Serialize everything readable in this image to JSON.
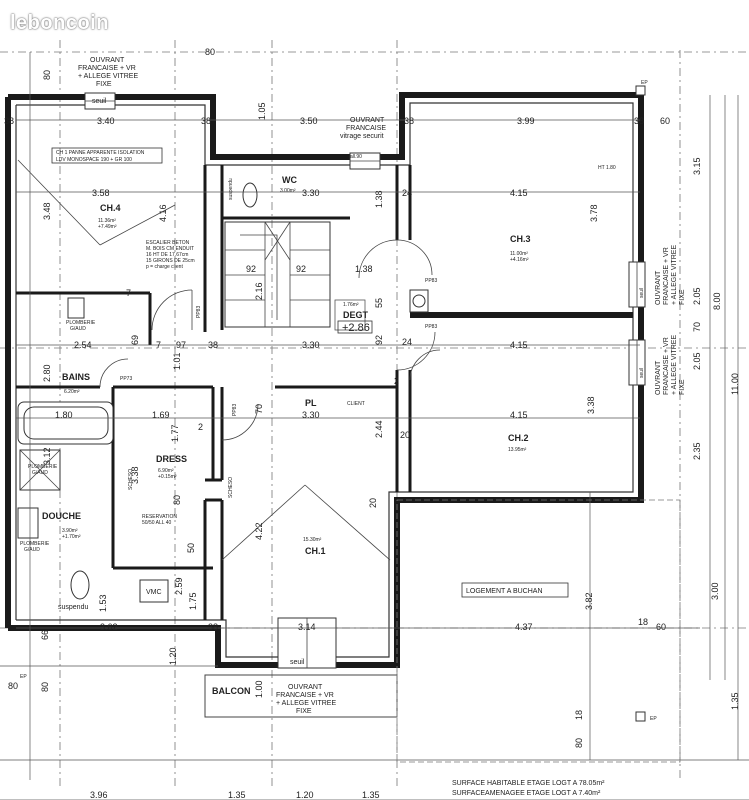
{
  "watermark": "leboncoin",
  "rooms": {
    "ch4": {
      "name": "CH.4",
      "area": "11.36m²",
      "sub": "+7.49m²"
    },
    "ch3": {
      "name": "CH.3",
      "area": "11.00m²",
      "sub": "+4.16m²"
    },
    "ch2": {
      "name": "CH.2",
      "area": "13.95m²"
    },
    "ch1": {
      "name": "CH.1",
      "area": "15.30m²"
    },
    "wc": {
      "name": "WC",
      "area": "3.00m²"
    },
    "bains": {
      "name": "BAINS",
      "area": "6.20m²"
    },
    "dress": {
      "name": "DRESS",
      "area": "6.90m²",
      "sub": "+0.15m²"
    },
    "douche": {
      "name": "DOUCHE",
      "area": "3.90m²",
      "sub": "+1.70m²"
    },
    "degt": {
      "name": "DEGT",
      "area": "1.76m²",
      "sub": "+2.86"
    },
    "pl": {
      "name": "PL",
      "sub": "CLIENT"
    },
    "balcon": {
      "name": "BALCON"
    }
  },
  "notes": {
    "ouvrant_top_left": [
      "OUVRANT",
      "FRANCAISE + VR",
      "+ ALLEGE VITREE",
      "FIXE"
    ],
    "ouvrant_top_center": [
      "OUVRANT",
      "FRANCAISE",
      "vitrage securit"
    ],
    "ouvrant_bottom": [
      "OUVRANT",
      "FRANCAISE + VR",
      "+ ALLEGE VITREE",
      "FIXE"
    ],
    "ouvrant_right_1": [
      "OUVRANT",
      "FRANCAISE + VR",
      "+ ALLEGE VITREE",
      "FIXE"
    ],
    "ouvrant_right_2": [
      "OUVRANT",
      "FRANCAISE + VR",
      "+ ALLEGE VITREE",
      "FIXE"
    ],
    "seuil": "seuil",
    "panne": [
      "CH 1 PANNE APPARENTE ISOLATION",
      "LDV MONOSPACE 190 + GR 100"
    ],
    "escalier": [
      "ESCALIER BETON",
      "M. BOIS CM ENDUIT",
      "16 HT DE 17.67cm",
      "15 GIRONS DE 25cm",
      "p = charge client"
    ],
    "plomberie": [
      "PLOMBERIE",
      "G/AUD"
    ],
    "reservation": [
      "RESERVATION",
      "50/50 ALL 40"
    ],
    "suspendu": "suspendu",
    "vmc": "VMC",
    "logement": "LOGEMENT A BUCHAN",
    "surface1": "SURFACE HABITABLE ETAGE LOGT A 78.05m²",
    "surface2": "SURFACEAMENAGEE ETAGE LOGT A 7.40m²",
    "ep": "EP",
    "ht": "HT 1.80",
    "pp": [
      "PP83",
      "PP83",
      "PP73",
      "PP83"
    ],
    "all90": "all.90",
    "scheso": "SCHESO"
  },
  "dims": {
    "top": [
      "3.40",
      "3.50",
      "3.99"
    ],
    "top_edge": [
      "38",
      "38",
      "38",
      "38",
      "60"
    ],
    "row2": [
      "3.58",
      "3.30",
      "4.15"
    ],
    "row3": [
      "2.54",
      "3.30",
      "4.15"
    ],
    "row4": [
      "1.80",
      "1.69",
      "3.30",
      "4.15"
    ],
    "row5": [
      "3.62",
      "3.14",
      "4.37"
    ],
    "bottom": [
      "3.96",
      "1.35",
      "1.20",
      "1.35"
    ],
    "left_v": [
      "80",
      "3.48",
      "2.80",
      "3.12",
      "1.53",
      "66",
      "1.20",
      "80"
    ],
    "right_v": [
      "3.15",
      "2.05",
      "70",
      "2.05",
      "2.35",
      "3.00",
      "8.00",
      "11.00",
      "1.35"
    ],
    "misc": [
      "80",
      "1.05",
      "2.16",
      "4.16",
      "1.38",
      "3.78",
      "92",
      "92",
      "1.38",
      "55",
      "92",
      "24",
      "24",
      "7",
      "7",
      "97",
      "38",
      "69",
      "1.01",
      "70",
      "2.44",
      "3.38",
      "20",
      "20",
      "20",
      "2",
      "2",
      "2",
      "1.77",
      "3.38",
      "80",
      "50",
      "2.59",
      "1.75",
      "4.22",
      "1.00",
      "3.82",
      "18",
      "18",
      "38",
      "80",
      "60"
    ]
  }
}
